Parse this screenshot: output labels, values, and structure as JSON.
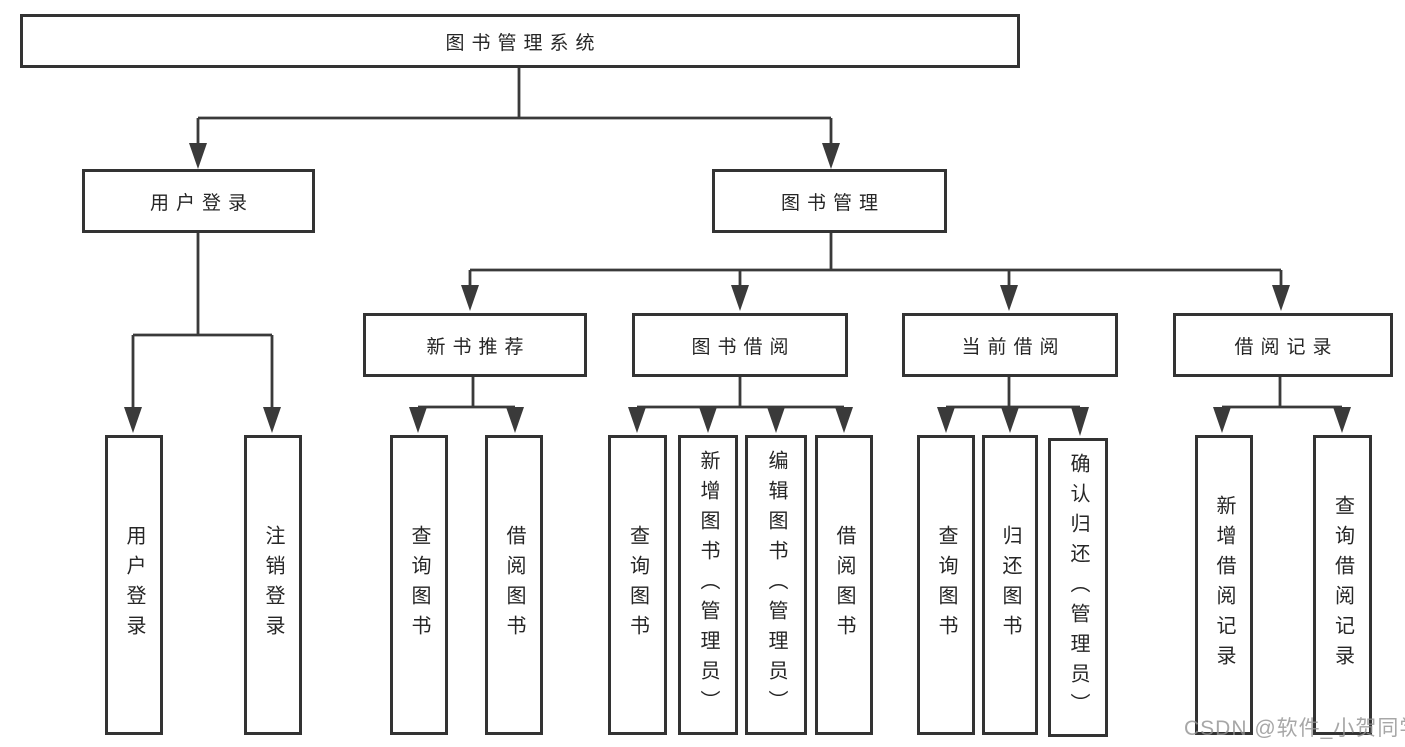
{
  "tree": {
    "label": "图书管理系统",
    "children": [
      {
        "label": "用户登录",
        "children": [
          {
            "label": "用户登录"
          },
          {
            "label": "注销登录"
          }
        ]
      },
      {
        "label": "图书管理",
        "children": [
          {
            "label": "新书推荐",
            "children": [
              {
                "label": "查询图书"
              },
              {
                "label": "借阅图书"
              }
            ]
          },
          {
            "label": "图书借阅",
            "children": [
              {
                "label": "查询图书"
              },
              {
                "label": "新增图书（管理员）"
              },
              {
                "label": "编辑图书（管理员）"
              },
              {
                "label": "借阅图书"
              }
            ]
          },
          {
            "label": "当前借阅",
            "children": [
              {
                "label": "查询图书"
              },
              {
                "label": "归还图书"
              },
              {
                "label": "确认归还（管理员）"
              }
            ]
          },
          {
            "label": "借阅记录",
            "children": [
              {
                "label": "新增借阅记录"
              },
              {
                "label": "查询借阅记录"
              }
            ]
          }
        ]
      }
    ]
  },
  "watermark": {
    "text": "CSDN @软件_小贺同学",
    "color": "#919191"
  },
  "colors": {
    "background": "#ffffff",
    "line": "#3a3a3a",
    "box_border": "#333333",
    "text": "#262626"
  }
}
